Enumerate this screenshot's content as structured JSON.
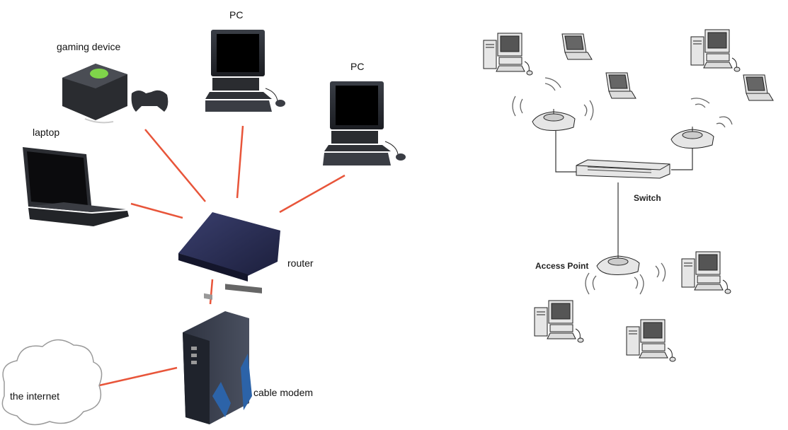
{
  "left_diagram": {
    "labels": {
      "pc_top": "PC",
      "pc_right": "PC",
      "gaming": "gaming device",
      "laptop": "laptop",
      "router": "router",
      "modem": "cable modem",
      "internet": "the internet"
    },
    "link_color": "#e8553a"
  },
  "right_diagram": {
    "labels": {
      "switch": "Switch",
      "access_point": "Access Point"
    },
    "line_color": "#333333"
  }
}
